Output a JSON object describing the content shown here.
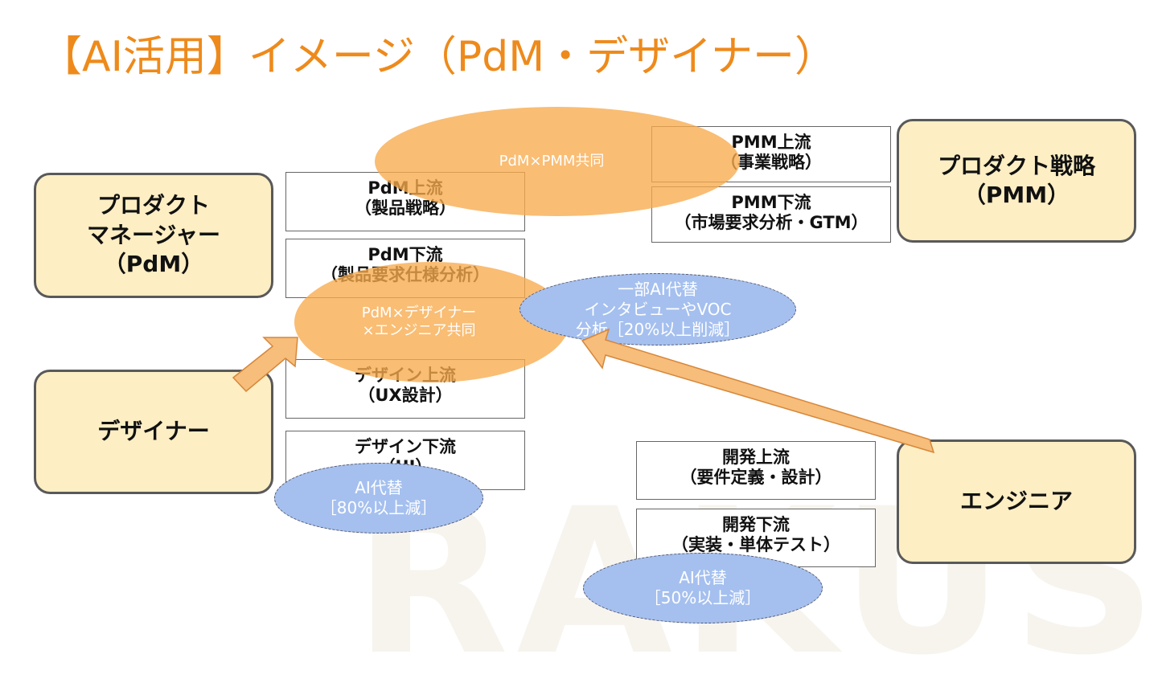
{
  "title": "【AI活用】イメージ（PdM・デザイナー）",
  "watermark": "RAKUS",
  "roles": {
    "pdm": "プロダクト\nマネージャー\n（PdM）",
    "designer": "デザイナー",
    "pmm": "プロダクト戦略\n（PMM）",
    "engineer": "エンジニア"
  },
  "tasks": {
    "pmm_upstream": {
      "line1": "PMM上流",
      "line2": "（事業戦略）"
    },
    "pmm_downstream": {
      "line1": "PMM下流",
      "line2": "（市場要求分析・GTM）"
    },
    "pdm_upstream": {
      "line1": "PdM上流",
      "line2": "（製品戦略）"
    },
    "pdm_downstream": {
      "line1": "PdM下流",
      "line2": "（製品要求仕様分析）"
    },
    "design_upstream": {
      "line1": "デザイン上流",
      "line2": "（UX設計）"
    },
    "design_downstream": {
      "line1": "デザイン下流",
      "line2": "（UI）"
    },
    "dev_upstream": {
      "line1": "開発上流",
      "line2": "（要件定義・設計）"
    },
    "dev_downstream": {
      "line1": "開発下流",
      "line2": "（実装・単体テスト）"
    }
  },
  "overlays": {
    "pdm_pmm": {
      "line1": "PdM×PMM共同"
    },
    "pdm_designer_engineer": {
      "line1": "PdM×デザイナー",
      "line2": "×エンジニア共同"
    },
    "ai_interview": {
      "line1": "一部AI代替",
      "line2": "インタビューやVOC",
      "line3": "分析［20%以上削減］"
    },
    "ai_design": {
      "line1": "AI代替",
      "line2": "［80%以上減］"
    },
    "ai_dev": {
      "line1": "AI代替",
      "line2": "［50%以上減］"
    }
  },
  "colors": {
    "title": "#ee8a1b",
    "role_fill": "#fdeec4",
    "overlay_orange": "#f7ab4d",
    "overlay_blue": "#a5c0ef",
    "arrow": "#f7bd7a"
  }
}
